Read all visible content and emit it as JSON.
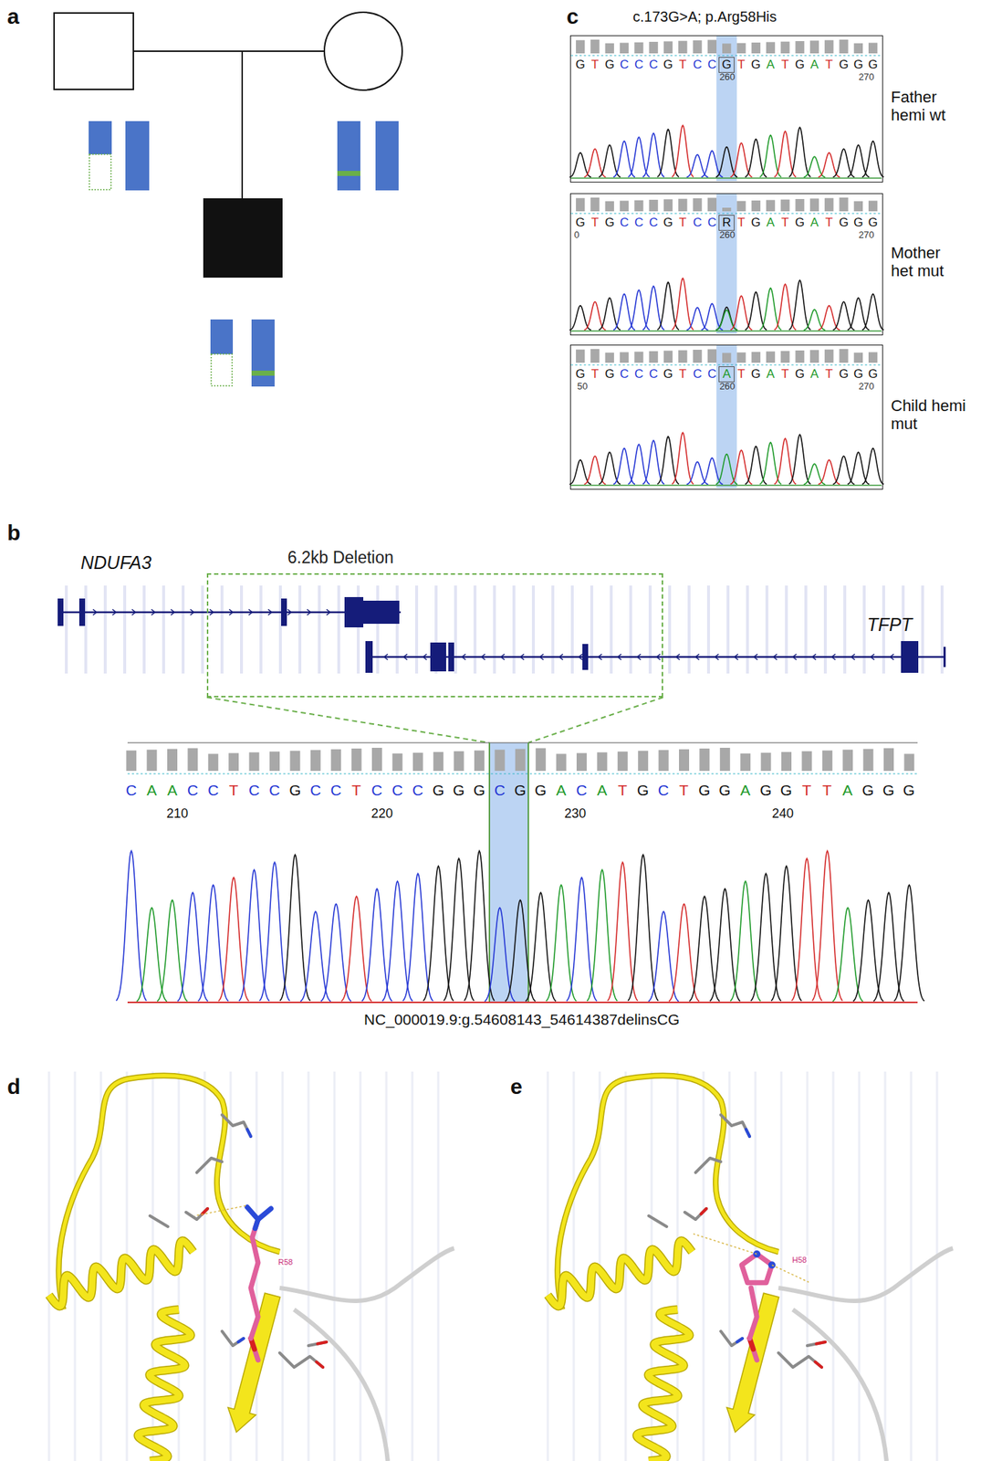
{
  "diagram": {
    "nodes": [
      {
        "text": [
          "GTGCCCGTCCGTGATGATGGG",
          "260",
          "270",
          "Father hemi wt"
        ]
      },
      {
        "text": [
          "GTGCCCGTCCRTGATGATGGG",
          "0",
          "260",
          "270",
          "Mother het mut"
        ]
      },
      {
        "text": [
          "GTGCCCGTCCATGATGATGGG",
          "50",
          "260",
          "270",
          "Child hemi mut"
        ]
      },
      {
        "text": [
          "6.2kb Deletion"
        ]
      }
    ],
    "labels": [
      "a",
      "c",
      "c.173G>A; p.Arg58His",
      "b",
      "NDUFA3",
      "TFPT",
      "CAACCTCCGCCTCCCGGGCGGACATGCTGGAGGTTAGGG",
      "210",
      "220",
      "230",
      "240",
      "NC_000019.9:g.54608143_54614387delinsCG",
      "d",
      "e",
      "R58",
      "H58"
    ]
  }
}
